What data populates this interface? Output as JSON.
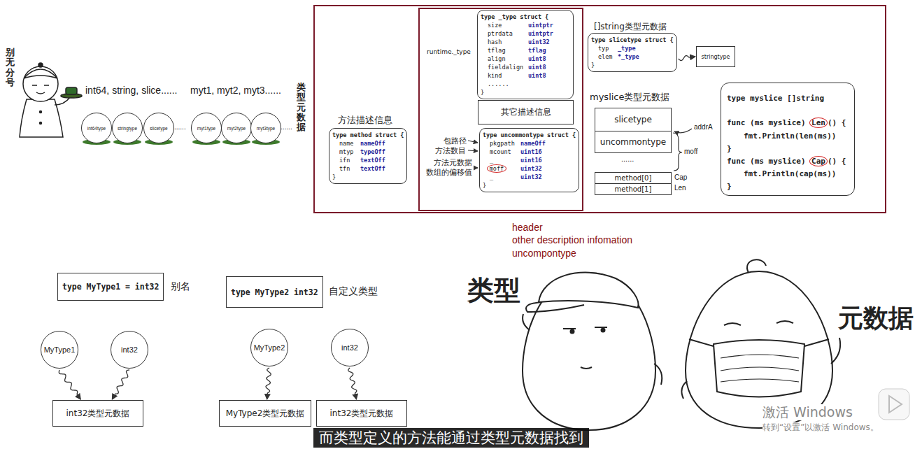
{
  "diagram": {
    "caption": "而类型定义的方法能通过类型元数据找到",
    "nodes": [
      {
        "text": [
          "int64type"
        ]
      },
      {
        "text": [
          "stringtype"
        ]
      },
      {
        "text": [
          "slicetype"
        ]
      },
      {
        "text": [
          "myt1type"
        ]
      },
      {
        "text": [
          "myt2type"
        ]
      },
      {
        "text": [
          "myt3type"
        ]
      },
      {
        "text": [
          "runtime._type"
        ]
      },
      {
        "text": [
          "type _type struct {",
          "size",
          "uintptr",
          "ptrdata",
          "uintptr",
          "hash",
          "uint32",
          "tflag",
          "tflag",
          "align",
          "uint8",
          "fieldalign",
          "uint8",
          "kind",
          "uint8",
          "......",
          "}"
        ],
        "in": 6
      },
      {
        "text": [
          "其它描述信息"
        ],
        "in": 6
      },
      {
        "text": [
          "type uncommontype struct {",
          "pkgpath",
          "nameOff",
          "mcount",
          "uint16",
          "_",
          "uint16",
          "moff",
          "uint32",
          "_",
          "uint32",
          "}"
        ],
        "in": 6
      },
      {
        "text": [
          "方法描述信息",
          "type method struct {",
          "name",
          "nameOff",
          "mtyp",
          "typeOff",
          "ifn",
          "textOff",
          "tfn",
          "textOff",
          "}"
        ]
      },
      {
        "text": [
          "[]string类型元数据",
          "type slicetype struct {",
          "typ",
          "_type",
          "elem",
          "*_type",
          "}"
        ]
      },
      {
        "text": [
          "stringtype"
        ]
      },
      {
        "text": [
          "slicetype"
        ]
      },
      {
        "text": [
          "uncommontype"
        ]
      },
      {
        "text": [
          "method[0]"
        ]
      },
      {
        "text": [
          "method[1]"
        ]
      },
      {
        "text": [
          "type myslice []string",
          "func (ms myslice)",
          "Len",
          "() {",
          "fmt.Println(len(ms))",
          "}",
          "func (ms myslice)",
          "Cap",
          "() {",
          "fmt.Println(cap(ms))",
          "}"
        ]
      },
      {
        "text": [
          "type MyType1 = int32"
        ]
      },
      {
        "text": [
          "MyType1"
        ]
      },
      {
        "text": [
          "int32"
        ]
      },
      {
        "text": [
          "int32类型元数据"
        ]
      },
      {
        "text": [
          "type MyType2 int32"
        ]
      },
      {
        "text": [
          "MyType2"
        ]
      },
      {
        "text": [
          "int32"
        ]
      },
      {
        "text": [
          "MyType2类型元数据"
        ]
      },
      {
        "text": [
          "int32类型元数据"
        ]
      }
    ],
    "edges": [
      {
        "from": 11,
        "to": 12,
        "arrow": "to"
      },
      {
        "from": 19,
        "to": 21,
        "arrow": "to"
      },
      {
        "from": 20,
        "to": 21,
        "arrow": "to"
      },
      {
        "from": 23,
        "to": 25,
        "arrow": "to"
      },
      {
        "from": 24,
        "to": 26,
        "arrow": "to"
      }
    ],
    "labels": [
      "别无分号",
      "int64, string, slice......",
      "myt1, myt2, myt3......",
      "......",
      "......",
      "类型元数据",
      "包路径",
      "方法数目",
      "方法元数据 数组的偏移值",
      "myslice类型元数据",
      "......",
      "addrA",
      "moff",
      "Cap",
      "Len",
      "header",
      "other description infomation",
      "uncompontype",
      "别名",
      "自定义类型",
      "类型",
      "元数据",
      "激活 Windows",
      "转到“设置”以激活 Windows。"
    ]
  }
}
